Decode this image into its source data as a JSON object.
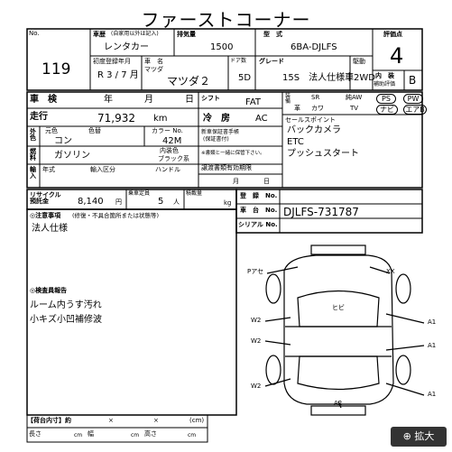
{
  "title": "ファーストコーナー",
  "lot_no_label": "No.",
  "lot_no": "119",
  "history_label": "車歴",
  "history_note": "(自家用以外は記入)",
  "history_value": "レンタカー",
  "displacement_label": "排気量",
  "displacement_value": "1500",
  "model_label": "型　式",
  "model_value": "6BA-DJLFS",
  "score_label": "評価点",
  "score_value": "4",
  "first_reg_label": "初度登録年月",
  "first_reg_value": "R 3 / 7 月",
  "maker_label": "マツダ",
  "car_name_label": "車　名",
  "car_name_value": "マツダ２",
  "doors_label": "ドア数",
  "doors_value": "5D",
  "grade_label": "グレード",
  "grade_value": "15S　法人仕様車",
  "drive_label": "駆動",
  "drive_value": "2WD",
  "interior_label": "内　装",
  "interior_label2": "補助評価",
  "interior_value": "B",
  "inspection_label": "車　検",
  "inspection_year": "年",
  "inspection_month": "月",
  "inspection_day": "日",
  "shift_label": "シフト",
  "shift_value": "FAT",
  "equip": [
    "SR",
    "純AW",
    "PS",
    "PW",
    "革",
    "カワ",
    "TV",
    "ナビ",
    "エアB"
  ],
  "equip_label": "装備",
  "mileage_label": "走行",
  "mileage_value": "71,932",
  "mileage_unit": "km",
  "ac_label": "冷　房",
  "ac_value": "AC",
  "selling_points_label": "セールスポイント",
  "selling_points": [
    "バックカメラ",
    "ETC",
    "プッシュスタート"
  ],
  "exterior_label": "外色",
  "original_color_label": "元色",
  "color_swap_label": "色替",
  "color_no_label": "カラー No.",
  "color_no_value": "42M",
  "exterior_value": "コン",
  "interior_color_label": "内装色",
  "interior_color_value": "ブラック系",
  "newcar_label": "新車保証書手帳",
  "newcar_sub": "(保証書付)",
  "newcar_note": "※書類と一緒に保管下さい。",
  "fuel_label": "燃料",
  "fuel_value": "ガソリン",
  "import_label": "輸入",
  "import_year": "年式",
  "import_type": "輸入区分",
  "handle_label": "ハンドル",
  "doc_expiry_label": "譲渡書類有効期限",
  "doc_month": "月",
  "doc_day": "日",
  "recycle_label": "リサイクル預託金",
  "recycle_value": "8,140",
  "recycle_unit": "円",
  "capacity_label": "乗車定員",
  "capacity_value": "5",
  "capacity_unit": "人",
  "load_label": "積載量",
  "load_unit": "kg",
  "reg_no_label": "登　録　No.",
  "chassis_label": "車　台　No.",
  "chassis_value": "DJLFS-731787",
  "serial_label": "シリアル No.",
  "notes_label": "◎注意事項",
  "notes_sub": "(修復・不具合箇所または状態等)",
  "notes_value": "法人仕様",
  "inspector_label": "◎検査員報告",
  "inspector_lines": [
    "ルーム内うす汚れ",
    "小キズ小凹補修波"
  ],
  "diagram_marks": {
    "hibi": "ヒビ",
    "p_a": "Pアセ",
    "xx": "XX",
    "w2a": "W2",
    "w2b": "W2",
    "w2c": "W2",
    "a1a": "A1",
    "a1b": "A1",
    "a1c": "A1",
    "a2": "A2"
  },
  "cargo_label": "【荷台内寸】約",
  "cargo_x1": "×",
  "cargo_x2": "×",
  "cargo_unit": "(cm)",
  "length_label": "長さ",
  "width_label": "幅",
  "height_label": "高さ",
  "cm": "cm",
  "zoom_label": "⊕ 拡大"
}
